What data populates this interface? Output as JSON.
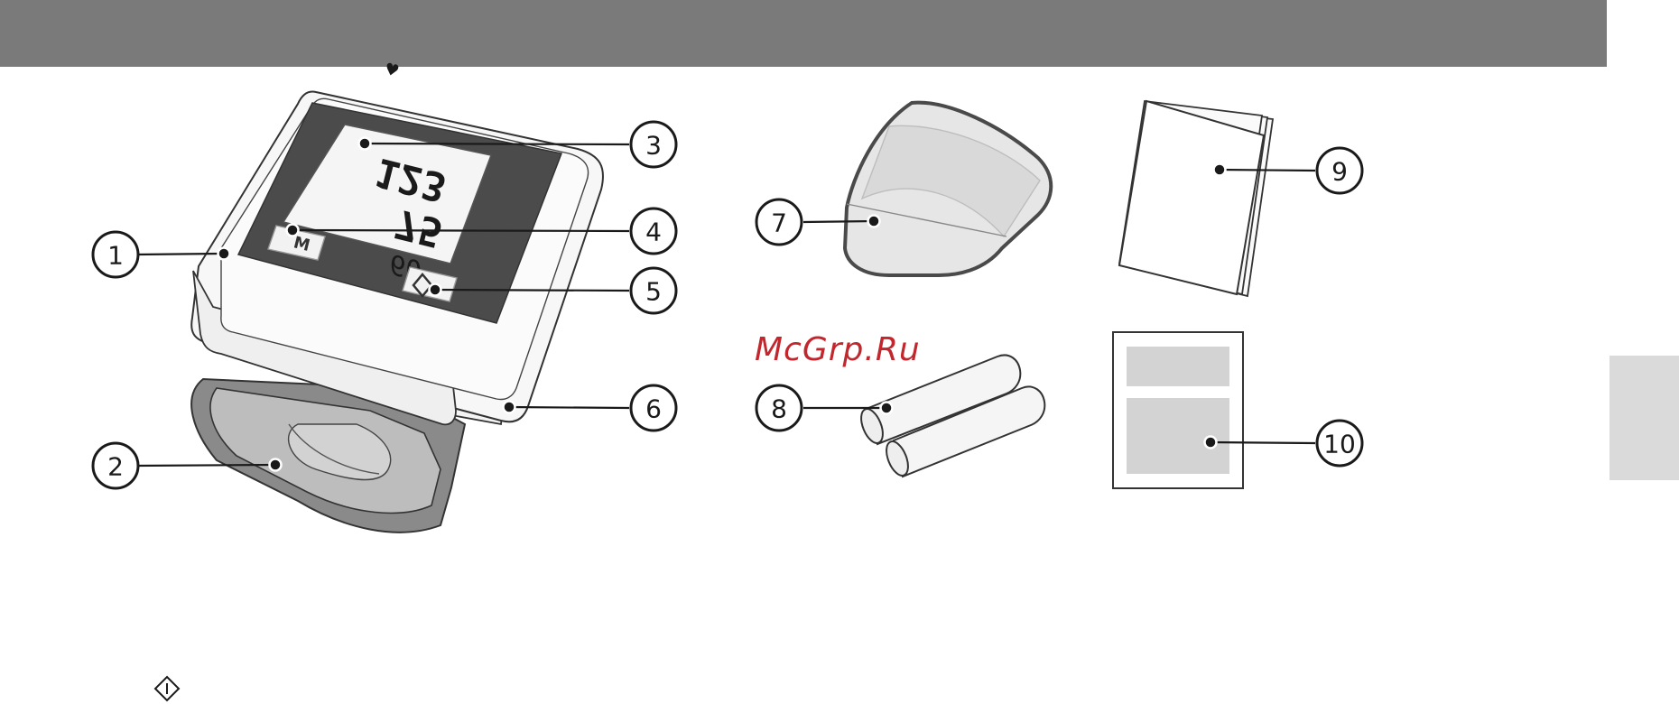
{
  "header": {
    "color": "#7a7a7a"
  },
  "side_tab": {
    "color": "#dadada"
  },
  "watermark": {
    "text": "McGrp.Ru",
    "color": "#c1272d"
  },
  "device_display": {
    "systolic": "123",
    "diastolic": "75",
    "pulse": "60",
    "memory_button_label": "M"
  },
  "callouts": [
    {
      "number": "1"
    },
    {
      "number": "2"
    },
    {
      "number": "3"
    },
    {
      "number": "4"
    },
    {
      "number": "5"
    },
    {
      "number": "6"
    },
    {
      "number": "7"
    },
    {
      "number": "8"
    },
    {
      "number": "9"
    },
    {
      "number": "10"
    }
  ],
  "icons": {
    "start_key_icon": "diamond-start-stop-icon"
  }
}
